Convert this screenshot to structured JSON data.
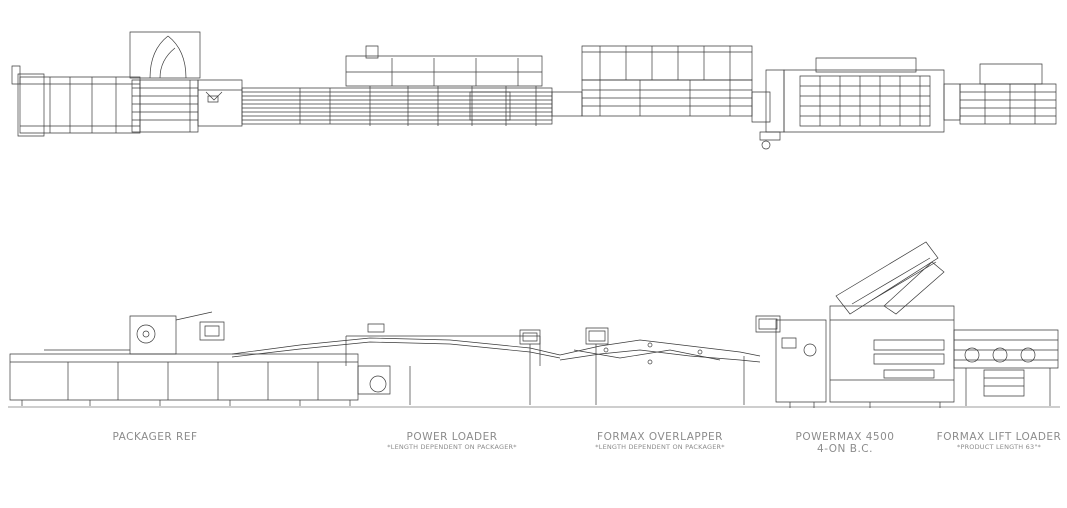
{
  "stations": [
    {
      "name": "PACKAGER REF",
      "note": ""
    },
    {
      "name": "POWER LOADER",
      "note": "*LENGTH DEPENDENT ON PACKAGER*"
    },
    {
      "name": "FORMAX OVERLAPPER",
      "note": "*LENGTH DEPENDENT ON PACKAGER*"
    },
    {
      "name": "POWERMAX 4500",
      "note": "4-ON B.C."
    },
    {
      "name": "FORMAX LIFT LOADER",
      "note": "*PRODUCT LENGTH 63\"*"
    }
  ],
  "colors": {
    "linework": "#3a3a3a",
    "label": "#8c8c8c",
    "background": "#ffffff"
  }
}
